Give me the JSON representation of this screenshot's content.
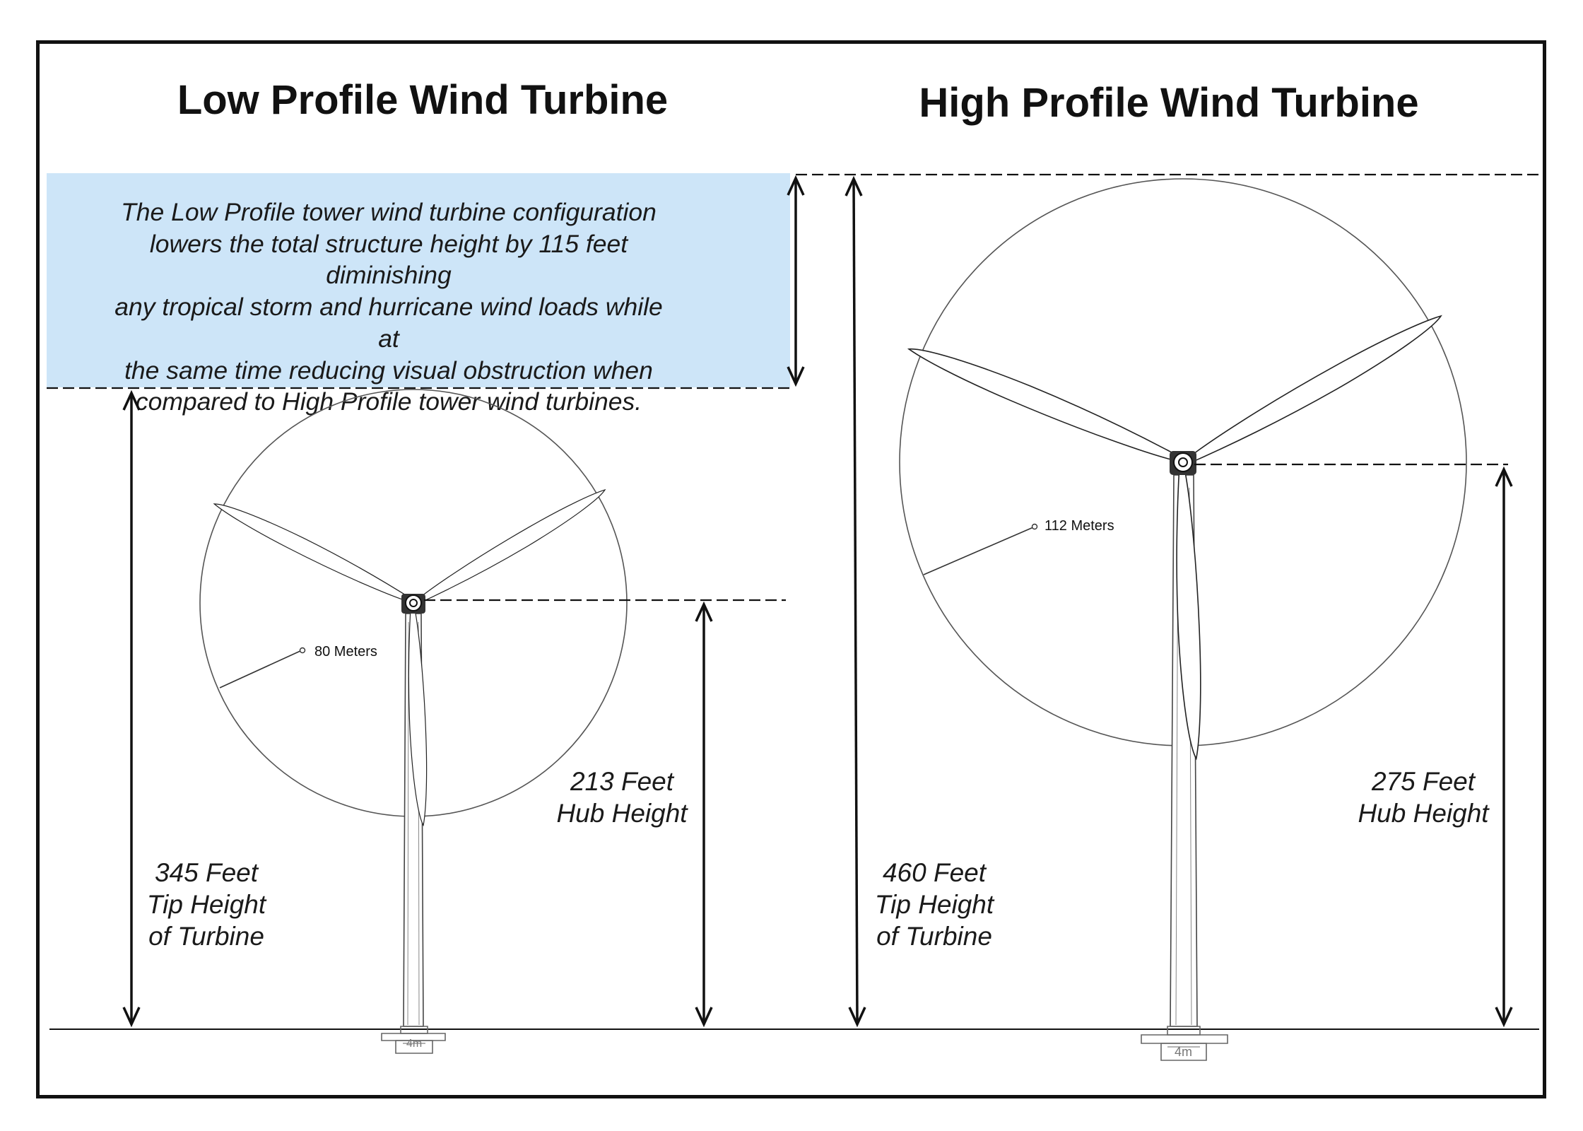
{
  "titles": {
    "low": "Low Profile Wind Turbine",
    "high": "High Profile Wind Turbine"
  },
  "info_box": {
    "lines": [
      "The Low Profile tower wind turbine configuration",
      "lowers the total structure height by 115 feet diminishing",
      "any tropical storm and hurricane wind loads while at",
      "the same time reducing visual obstruction when",
      "compared to High Profile tower wind turbines."
    ],
    "color": "#cde5f8"
  },
  "low_turbine": {
    "tip_label": [
      "345 Feet",
      "Tip Height",
      "of Turbine"
    ],
    "hub_label": [
      "213 Feet",
      "Hub Height"
    ],
    "rotor_label": "80 Meters",
    "base_label": "4m"
  },
  "high_turbine": {
    "tip_label": [
      "460 Feet",
      "Tip Height",
      "of Turbine"
    ],
    "hub_label": [
      "275 Feet",
      "Hub Height"
    ],
    "rotor_label": "112 Meters",
    "base_label": "4m"
  }
}
